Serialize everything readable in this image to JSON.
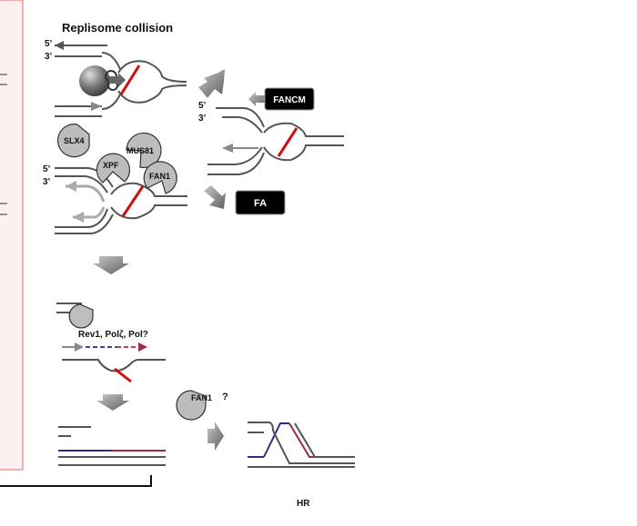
{
  "title": "Replisome collision",
  "strand_labels": {
    "five_prime": "5’",
    "three_prime": "3’"
  },
  "badges": {
    "fancm": "FANCM",
    "fa": "FA"
  },
  "nucleases": {
    "slx4": "SLX4",
    "xpf": "XPF",
    "mus81": "MUS81",
    "fan1": "FAN1",
    "fan1_question": "FAN1",
    "question_mark": "?"
  },
  "polymerases_label": "Rev1, Polζ, Pol?",
  "hr_label": "HR",
  "colors": {
    "strand": "#555555",
    "crosslink": "#cc1111",
    "badge": "#000000",
    "arrow_fill": "#8a8a8a",
    "panel_border": "#e58080",
    "panel_fill": "#fdf0f0",
    "new_strand_blue": "#2b2d8a",
    "new_strand_red": "#a12a45"
  }
}
